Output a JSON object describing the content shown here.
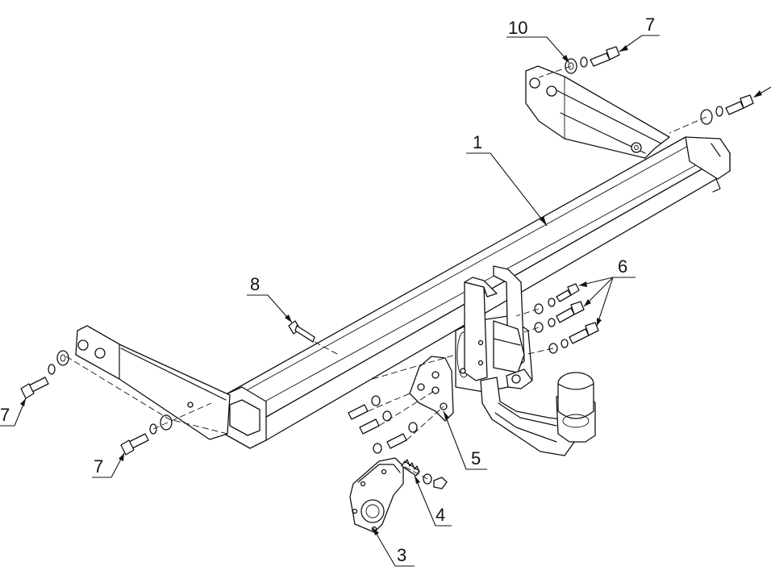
{
  "diagram": {
    "callouts": {
      "c1": "1",
      "c3": "3",
      "c4": "4",
      "c5": "5",
      "c6": "6",
      "c7a": "7",
      "c7b": "7",
      "c7c": "7",
      "c8": "8",
      "c10": "10"
    }
  }
}
